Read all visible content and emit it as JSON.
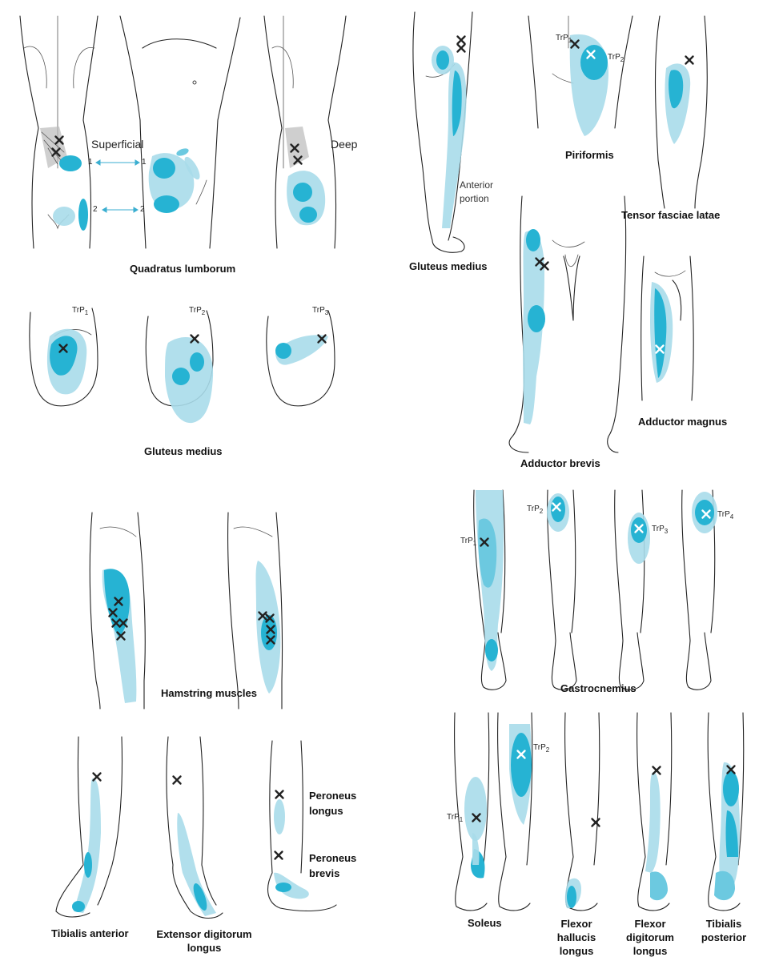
{
  "colors": {
    "pain_light": "#a9dcea",
    "pain_dark": "#26b3d3",
    "marker_dark": "#222222",
    "marker_light": "#ffffff",
    "outline": "#222222"
  },
  "markers": {
    "cross_glyph": "×"
  },
  "quadratus_lumborum": {
    "title": "Quadratus lumborum",
    "superficial": "Superficial",
    "deep": "Deep",
    "num_1": "1",
    "num_2": "2"
  },
  "gluteus_medius_top": {
    "title": "Gluteus medius",
    "note": "Anterior\nportion"
  },
  "piriformis": {
    "title": "Piriformis",
    "trp1": "TrP",
    "trp1_sub": "1",
    "trp2": "TrP",
    "trp2_sub": "2"
  },
  "tensor": {
    "title": "Tensor fasciae latae"
  },
  "adductor_brevis": {
    "title": "Adductor brevis"
  },
  "adductor_magnus": {
    "title": "Adductor magnus"
  },
  "gluteus_medius": {
    "title": "Gluteus medius",
    "trp1": "TrP",
    "trp1_sub": "1",
    "trp2": "TrP",
    "trp2_sub": "2",
    "trp3": "TrP",
    "trp3_sub": "3"
  },
  "hamstring": {
    "title": "Hamstring muscles"
  },
  "gastrocnemius": {
    "title": "Gastrocnemius",
    "trp1": "TrP",
    "trp1_sub": "1",
    "trp2": "TrP",
    "trp2_sub": "2",
    "trp3": "TrP",
    "trp3_sub": "3",
    "trp4": "TrP",
    "trp4_sub": "4"
  },
  "lower_left": {
    "tibialis_anterior": "Tibialis anterior",
    "extensor": "Extensor digitorum\nlongus",
    "peroneus_longus": "Peroneus\nlongus",
    "peroneus_brevis": "Peroneus\nbrevis"
  },
  "lower_right": {
    "soleus": "Soleus",
    "soleus_trp1": "TrP",
    "soleus_trp1_sub": "1",
    "soleus_trp2": "TrP",
    "soleus_trp2_sub": "2",
    "fhl": "Flexor\nhallucis\nlongus",
    "fdl": "Flexor\ndigitorum\nlongus",
    "tp": "Tibialis\nposterior"
  }
}
